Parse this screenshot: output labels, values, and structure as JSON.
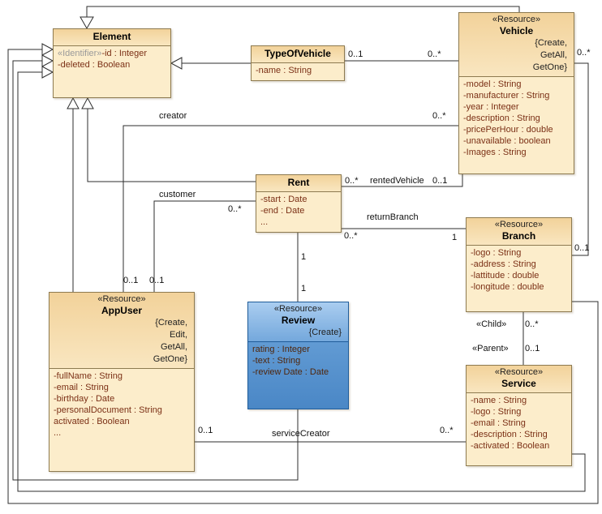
{
  "diagram": {
    "kind": "UML class diagram",
    "colors": {
      "class_fill": "#FCEDCB",
      "class_header": "#F2D29A",
      "class_border": "#8D7A50",
      "attribute_text": "#7B3016",
      "review_fill": "#4A87C6",
      "review_header": "#AACDF0",
      "line": "#2E2E2E"
    }
  },
  "classes": {
    "element": {
      "name": "Element",
      "attr_id_stereotype": "«Identifier»",
      "attr_id_text": "-id : Integer",
      "attributes": [
        "-deleted : Boolean"
      ]
    },
    "type_of_vehicle": {
      "name": "TypeOfVehicle",
      "attributes": [
        "-name : String"
      ]
    },
    "vehicle": {
      "stereotype": "«Resource»",
      "name": "Vehicle",
      "constraints": [
        "{Create,",
        "GetAll,",
        "GetOne}"
      ],
      "attributes": [
        "-model : String",
        "-manufacturer : String",
        "-year : Integer",
        "-description : String",
        "-pricePerHour : double",
        "-unavailable : boolean",
        "-Images : String"
      ]
    },
    "rent": {
      "name": "Rent",
      "attributes": [
        "-start : Date",
        "-end : Date",
        "..."
      ]
    },
    "branch": {
      "stereotype": "«Resource»",
      "name": "Branch",
      "attributes": [
        "-logo : String",
        "-address : String",
        "-lattitude : double",
        "-longitude : double"
      ]
    },
    "app_user": {
      "stereotype": "«Resource»",
      "name": "AppUser",
      "constraints": [
        "{Create,",
        "Edit,",
        "GetAll,",
        "GetOne}"
      ],
      "attributes": [
        "-fullName : String",
        "-email : String",
        "-birthday : Date",
        "-personalDocument : String",
        "activated : Boolean",
        "..."
      ]
    },
    "review": {
      "stereotype": "«Resource»",
      "name": "Review",
      "constraints": [
        "{Create}"
      ],
      "attributes": [
        "rating : Integer",
        "-text : String",
        "-review Date : Date"
      ]
    },
    "service": {
      "stereotype": "«Resource»",
      "name": "Service",
      "attributes": [
        "-name : String",
        "-logo : String",
        "-email : String",
        "-description : String",
        "-activated : Boolean"
      ]
    }
  },
  "associations": {
    "typeofvehicle_vehicle": {
      "typeofvehicle_end": "0..1",
      "vehicle_end": "0..*"
    },
    "vehicle_branch": {
      "vehicle_end": "0..*",
      "branch_end": "0..1"
    },
    "creator": {
      "name": "creator",
      "vehicle_end": "0..*",
      "appuser_end": "0..1"
    },
    "customer": {
      "name": "customer",
      "rent_end": "0..*",
      "appuser_end": "0..1"
    },
    "rented_vehicle": {
      "name": "rentedVehicle",
      "rent_end": "0..*",
      "vehicle_end": "0..1"
    },
    "return_branch": {
      "name": "returnBranch",
      "rent_end": "0..*",
      "branch_end": "1"
    },
    "rent_review": {
      "rent_end": "1",
      "review_end": "1"
    },
    "branch_service": {
      "child_role": "«Child»",
      "child_mult": "0..*",
      "parent_role": "«Parent»",
      "parent_mult": "0..1"
    },
    "service_creator": {
      "name": "serviceCreator",
      "appuser_end": "0..1",
      "service_end": "0..*"
    }
  }
}
